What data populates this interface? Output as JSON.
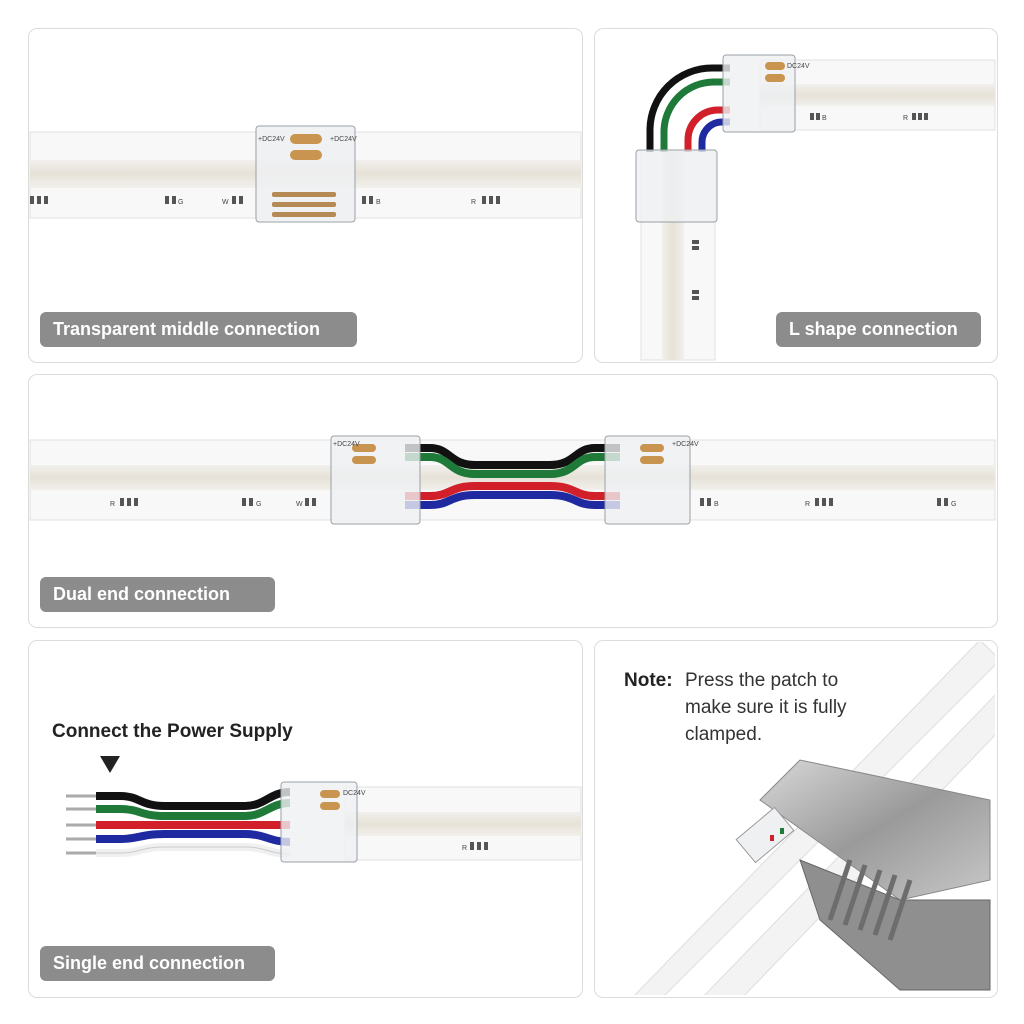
{
  "panels": {
    "middle": {
      "label": "Transparent middle connection"
    },
    "l_shape": {
      "label": "L shape connection"
    },
    "dual": {
      "label": "Dual end connection"
    },
    "single": {
      "label": "Single end connection",
      "heading": "Connect the Power Supply"
    },
    "note": {
      "title": "Note:",
      "line1": "Press the patch to",
      "line2": "make sure it is fully",
      "line3": "clamped."
    }
  },
  "strip_marks": {
    "voltage": "DC24V",
    "plus_voltage": "+DC24V",
    "r": "R",
    "g": "G",
    "w": "W",
    "b": "B"
  },
  "colors": {
    "label_bg": "#8c8c8c",
    "wire_black": "#111111",
    "wire_green": "#1f7a3a",
    "wire_red": "#d2202a",
    "wire_blue": "#1f2aa0",
    "wire_white": "#f4f4f4"
  }
}
